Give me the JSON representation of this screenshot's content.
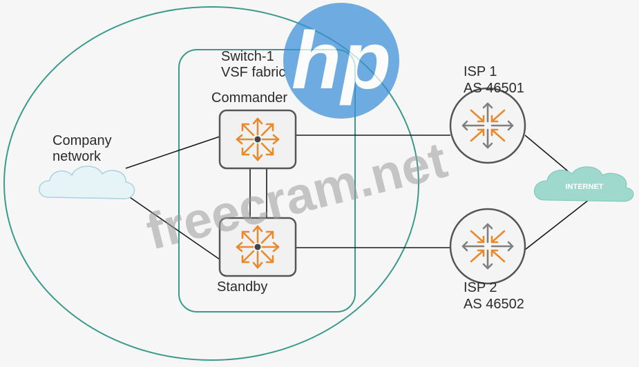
{
  "switch_title_line1": "Switch-1",
  "switch_title_line2": "VSF fabric",
  "commander_label": "Commander",
  "standby_label": "Standby",
  "company_label_line1": "Company",
  "company_label_line2": "network",
  "isp1_line1": "ISP 1",
  "isp1_line2": "AS 46501",
  "isp2_line1": "ISP 2",
  "isp2_line2": "AS 46502",
  "internet_label": "INTERNET",
  "watermark_text": "freecram.net",
  "logo_text": "hp",
  "colors": {
    "outline": "#3a9a8a",
    "arrow_orange": "#e8892d",
    "arrow_gray": "#7f7f7f",
    "cloud_company": "#e6f3f7",
    "cloud_company_stroke": "#a9d3df",
    "cloud_internet": "#9fd8cc",
    "hp_blue": "#3b8fd9"
  }
}
